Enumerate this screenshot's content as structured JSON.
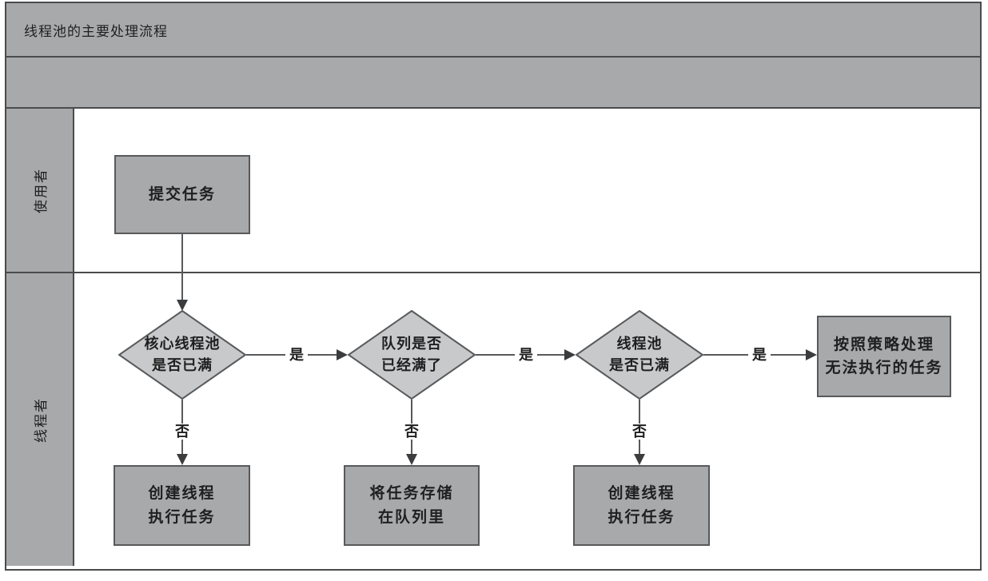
{
  "title": "线程池的主要处理流程",
  "lanes": [
    {
      "id": "user",
      "label": "使用者"
    },
    {
      "id": "thread",
      "label": "线程者"
    }
  ],
  "nodes": {
    "submit": {
      "type": "process",
      "label": "提交任务"
    },
    "core_pool_full": {
      "type": "decision",
      "label": "核心线程池\n是否已满"
    },
    "queue_full": {
      "type": "decision",
      "label": "队列是否\n已经满了"
    },
    "pool_full": {
      "type": "decision",
      "label": "线程池\n是否已满"
    },
    "policy": {
      "type": "process",
      "label": "按照策略处理\n无法执行的任务"
    },
    "create_thread_1": {
      "type": "process",
      "label": "创建线程\n执行任务"
    },
    "store_queue": {
      "type": "process",
      "label": "将任务存储\n在队列里"
    },
    "create_thread_2": {
      "type": "process",
      "label": "创建线程\n执行任务"
    }
  },
  "edge_labels": {
    "yes": "是",
    "no": "否"
  },
  "colors": {
    "fill-gray": "#a8a9ab",
    "fill-diamond": "#c8c9cb",
    "border-dark": "#4a4b4d",
    "line": "#58595b",
    "arrow": "#3b3c3e",
    "text": "#1f1f1f",
    "canvas": "#ffffff"
  }
}
